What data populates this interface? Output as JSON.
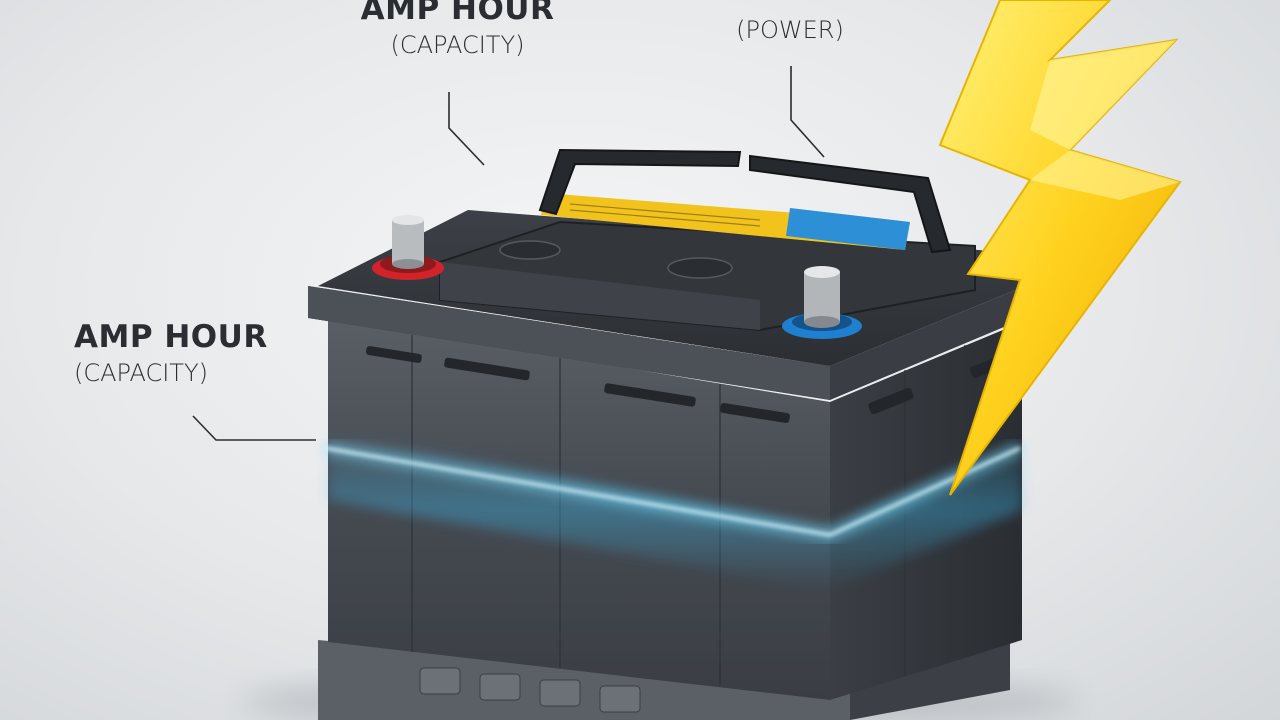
{
  "labels": {
    "top": {
      "title": "AMP HOUR",
      "subtitle": "(CAPACITY)"
    },
    "power": {
      "subtitle": "(POWER)"
    },
    "left": {
      "title": "AMP HOUR",
      "subtitle": "(CAPACITY)"
    }
  },
  "colors": {
    "background": "#e8eaec",
    "battery_body": "#4a4f56",
    "battery_top": "#2f3338",
    "glow": "#39c6ff",
    "lightning": "#ffd21f",
    "sticker_yellow": "#f2c31c",
    "sticker_blue": "#2d8fd6",
    "terminal_red": "#d3232a",
    "terminal_blue": "#1f7fd0"
  },
  "icons": [
    "lightning-bolt-icon",
    "car-battery-icon",
    "positive-terminal-icon",
    "negative-terminal-icon"
  ]
}
